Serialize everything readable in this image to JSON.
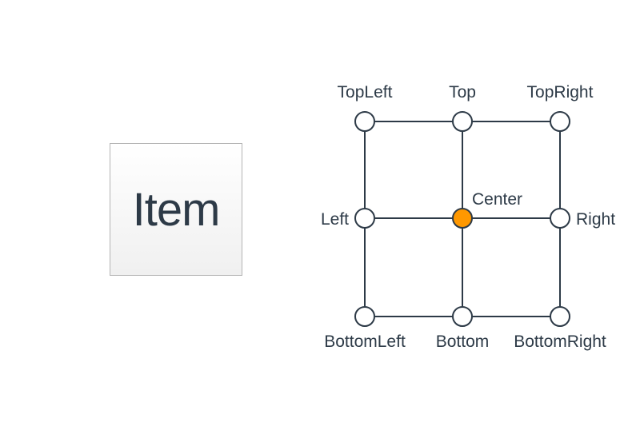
{
  "item": {
    "label": "Item"
  },
  "labels": {
    "top_left": "TopLeft",
    "top": "Top",
    "top_right": "TopRight",
    "left": "Left",
    "center": "Center",
    "right": "Right",
    "bottom_left": "BottomLeft",
    "bottom": "Bottom",
    "bottom_right": "BottomRight"
  },
  "colors": {
    "stroke": "#2d3a47",
    "highlight": "#ff9800",
    "node_fill": "#ffffff"
  },
  "selected_point": "Center"
}
